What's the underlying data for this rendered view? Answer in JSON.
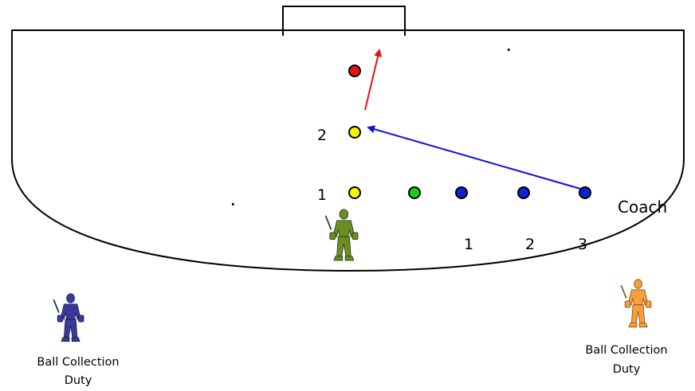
{
  "labels": {
    "coach": "Coach",
    "yellow_row1": "1",
    "yellow_row2": "2",
    "blue_1": "1",
    "blue_2": "2",
    "blue_3": "3",
    "ball_collection": "Ball Collection",
    "duty": "Duty"
  },
  "colors": {
    "red_ball": "#e81010",
    "yellow_ball": "#f5f500",
    "green_ball": "#10d020",
    "blue_ball": "#1020d8",
    "pass_arrow": "#1010e0",
    "shot_arrow": "#e81010",
    "keeper_center": "#6b8e23",
    "keeper_left": "#3a3a9a",
    "keeper_right": "#f4a040"
  },
  "icons": {
    "keeper_center": "goalkeeper-icon",
    "keeper_left": "goalkeeper-icon",
    "keeper_right": "goalkeeper-icon"
  }
}
